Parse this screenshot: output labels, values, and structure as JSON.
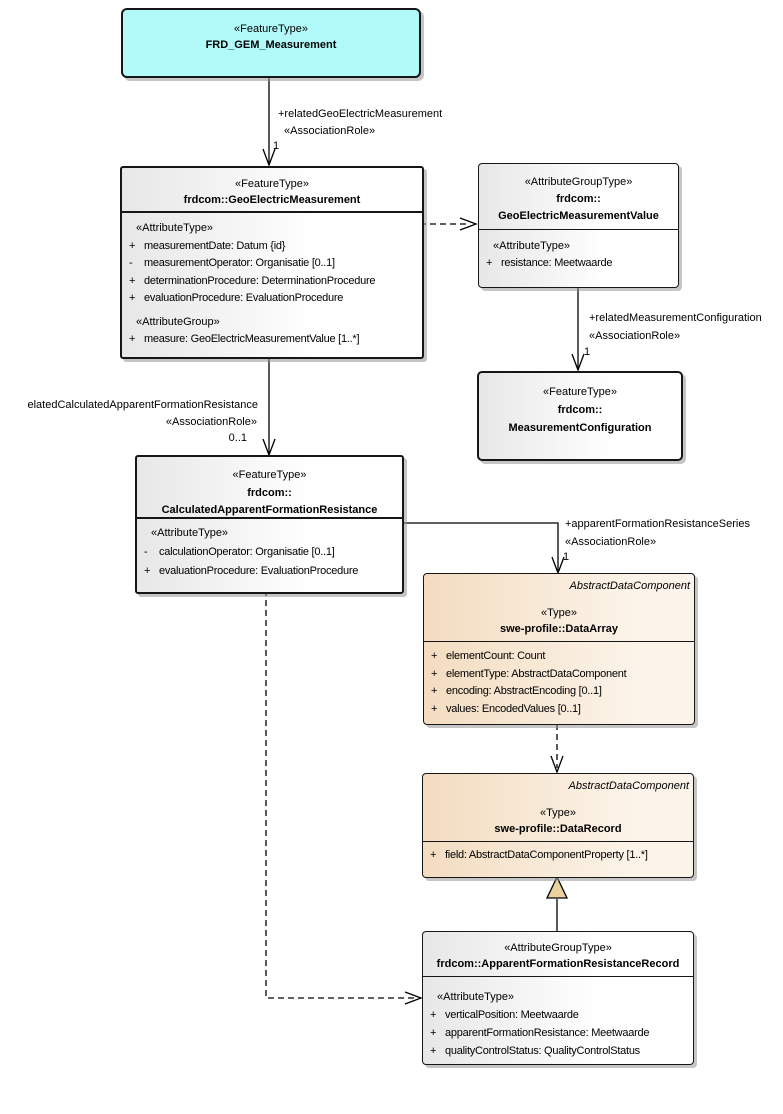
{
  "colors": {
    "feature-fill": "#b2fafa",
    "plain-left": "#e7e7e7",
    "plain-right": "#ffffff",
    "swe-left": "#f3dcc0",
    "swe-right": "#fcf4ea",
    "triangle-fill": "#ebd0a0",
    "line": "#000000"
  },
  "boxes": {
    "frdGem": {
      "stereotype": "«FeatureType»",
      "name": "FRD_GEM_Measurement"
    },
    "gem": {
      "stereotype": "«FeatureType»",
      "name": "frdcom::GeoElectricMeasurement",
      "attrHeading": "«AttributeType»",
      "attrs": [
        {
          "vis": "+",
          "text": "measurementDate: Datum {id}"
        },
        {
          "vis": "-",
          "text": "measurementOperator: Organisatie [0..1]"
        },
        {
          "vis": "+",
          "text": "determinationProcedure: DeterminationProcedure"
        },
        {
          "vis": "+",
          "text": "evaluationProcedure: EvaluationProcedure"
        }
      ],
      "groupHeading": "«AttributeGroup»",
      "groupAttrs": [
        {
          "vis": "+",
          "text": "measure: GeoElectricMeasurementValue [1..*]"
        }
      ]
    },
    "gemValue": {
      "stereotype": "«AttributeGroupType»",
      "name1": "frdcom::",
      "name2": "GeoElectricMeasurementValue",
      "attrHeading": "«AttributeType»",
      "attrs": [
        {
          "vis": "+",
          "text": "resistance: Meetwaarde"
        }
      ]
    },
    "measConfig": {
      "stereotype": "«FeatureType»",
      "name1": "frdcom::",
      "name2": "MeasurementConfiguration"
    },
    "cafr": {
      "stereotype": "«FeatureType»",
      "name1": "frdcom::",
      "name2": "CalculatedApparentFormationResistance",
      "attrHeading": "«AttributeType»",
      "attrs": [
        {
          "vis": "-",
          "text": "calculationOperator: Organisatie [0..1]"
        },
        {
          "vis": "+",
          "text": "evaluationProcedure: EvaluationProcedure"
        }
      ]
    },
    "dataArray": {
      "parent": "AbstractDataComponent",
      "stereotype": "«Type»",
      "name": "swe-profile::DataArray",
      "attrs": [
        {
          "vis": "+",
          "text": "elementCount: Count"
        },
        {
          "vis": "+",
          "text": "elementType: AbstractDataComponent"
        },
        {
          "vis": "+",
          "text": "encoding: AbstractEncoding [0..1]"
        },
        {
          "vis": "+",
          "text": "values: EncodedValues [0..1]"
        }
      ]
    },
    "dataRecord": {
      "parent": "AbstractDataComponent",
      "stereotype": "«Type»",
      "name": "swe-profile::DataRecord",
      "attrs": [
        {
          "vis": "+",
          "text": "field: AbstractDataComponentProperty [1..*]"
        }
      ]
    },
    "afrr": {
      "stereotype": "«AttributeGroupType»",
      "name": "frdcom::ApparentFormationResistanceRecord",
      "attrHeading": "«AttributeType»",
      "attrs": [
        {
          "vis": "+",
          "text": "verticalPosition: Meetwaarde"
        },
        {
          "vis": "+",
          "text": "apparentFormationResistance: Meetwaarde"
        },
        {
          "vis": "+",
          "text": "qualityControlStatus: QualityControlStatus"
        }
      ]
    }
  },
  "connectors": {
    "relGem": {
      "role": "+relatedGeoElectricMeasurement",
      "stereotype": "«AssociationRole»",
      "mult": "1"
    },
    "relMeasConfig": {
      "role": "+relatedMeasurementConfiguration",
      "stereotype": "«AssociationRole»",
      "mult": "1"
    },
    "relCafr": {
      "role": "elatedCalculatedApparentFormationResistance",
      "stereotype": "«AssociationRole»",
      "mult": "0..1"
    },
    "afrSeries": {
      "role": "+apparentFormationResistanceSeries",
      "stereotype": "«AssociationRole»",
      "mult": "1"
    }
  }
}
